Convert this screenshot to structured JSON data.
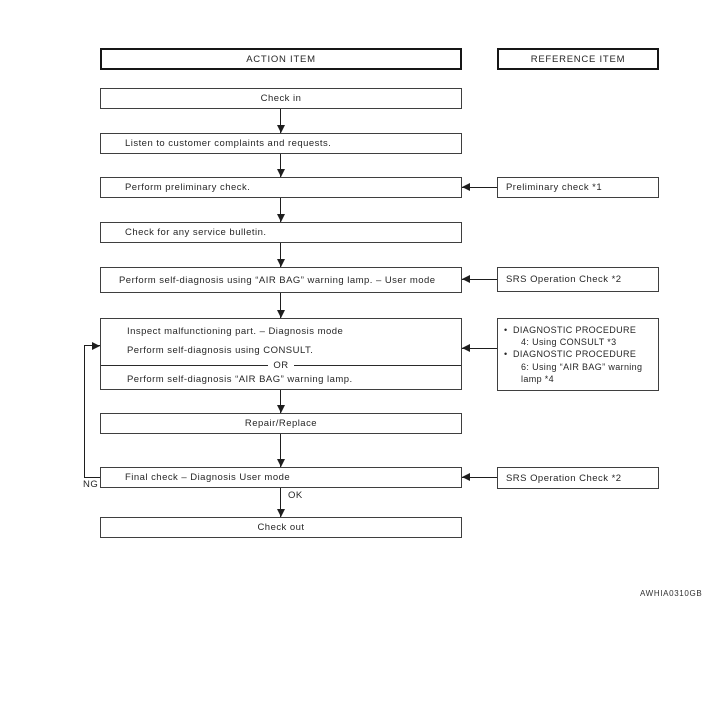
{
  "diagram": {
    "headers": {
      "action": "ACTION ITEM",
      "reference": "REFERENCE ITEM"
    },
    "steps": {
      "check_in": "Check in",
      "listen": "Listen to customer complaints and requests.",
      "preliminary": "Perform preliminary check.",
      "bulletin": "Check for any service bulletin.",
      "self_diag_user": "Perform self-diagnosis using “AIR BAG” warning lamp. – User mode",
      "inspect": {
        "line1": "Inspect malfunctioning part. – Diagnosis mode",
        "line2": "Perform self-diagnosis using CONSULT.",
        "or": "OR",
        "line3": "Perform self-diagnosis “AIR BAG” warning lamp."
      },
      "repair": "Repair/Replace",
      "final_check": "Final check – Diagnosis User mode",
      "check_out": "Check out"
    },
    "references": {
      "preliminary": "Preliminary check *1",
      "srs_check_1": "SRS Operation Check *2",
      "diagnostic": {
        "bullet": "•",
        "item1_title": "DIAGNOSTIC PROCEDURE",
        "item1_detail": "4: Using CONSULT *3",
        "item2_title": "DIAGNOSTIC PROCEDURE",
        "item2_detail": "6: Using “AIR BAG” warning lamp *4"
      },
      "srs_check_2": "SRS Operation Check *2"
    },
    "labels": {
      "ng": "NG",
      "ok": "OK"
    },
    "figure_code": "AWHIA0310GB"
  }
}
